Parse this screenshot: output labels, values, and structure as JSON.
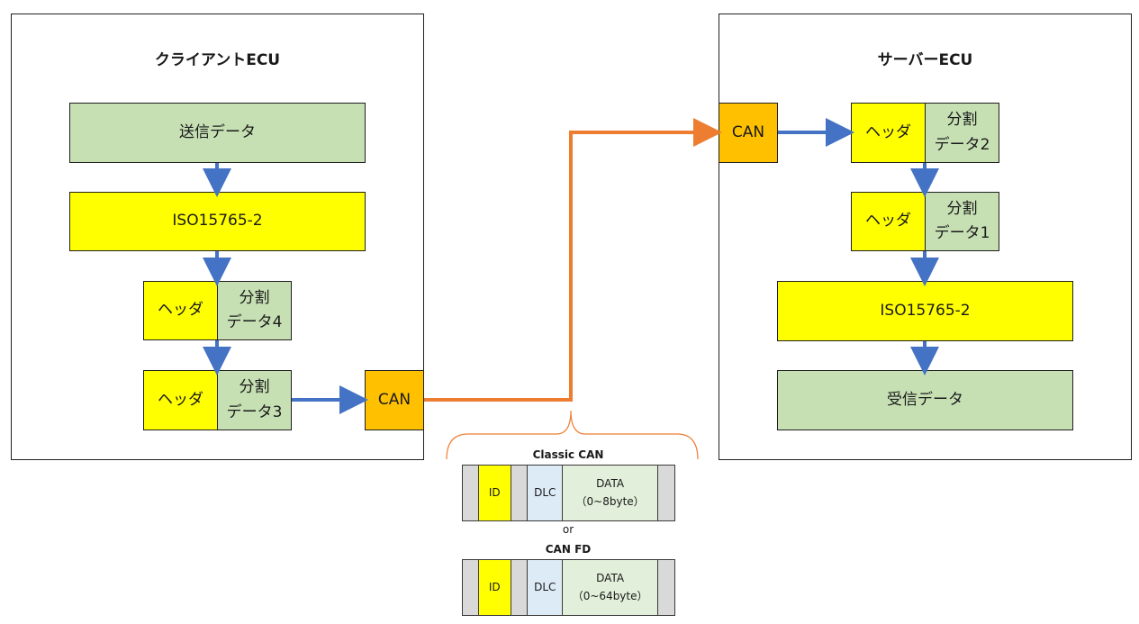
{
  "client": {
    "title": "クライアントECU",
    "send_data": "送信データ",
    "iso": "ISO15765-2",
    "packet4": {
      "header": "ヘッダ",
      "data": "分割\nデータ4"
    },
    "packet3": {
      "header": "ヘッダ",
      "data": "分割\nデータ3"
    },
    "can": "CAN"
  },
  "server": {
    "title": "サーバーECU",
    "can": "CAN",
    "packet2": {
      "header": "ヘッダ",
      "data": "分割\nデータ2"
    },
    "packet1": {
      "header": "ヘッダ",
      "data": "分割\nデータ1"
    },
    "iso": "ISO15765-2",
    "recv_data": "受信データ"
  },
  "frames": {
    "classic": {
      "title": "Classic CAN",
      "id": "ID",
      "dlc": "DLC",
      "data": "DATA\n（0~8byte）"
    },
    "or": "or",
    "fd": {
      "title": "CAN FD",
      "id": "ID",
      "dlc": "DLC",
      "data": "DATA\n（0~64byte）"
    }
  },
  "colors": {
    "green": "#c6e0b4",
    "yellow": "#ffff00",
    "orange": "#ffc000",
    "arrow_blue": "#4472c4",
    "arrow_orange": "#ed7d31",
    "frame_gray": "#d9d9d9",
    "frame_blue": "#ddebf7",
    "frame_green": "#e2efda"
  }
}
